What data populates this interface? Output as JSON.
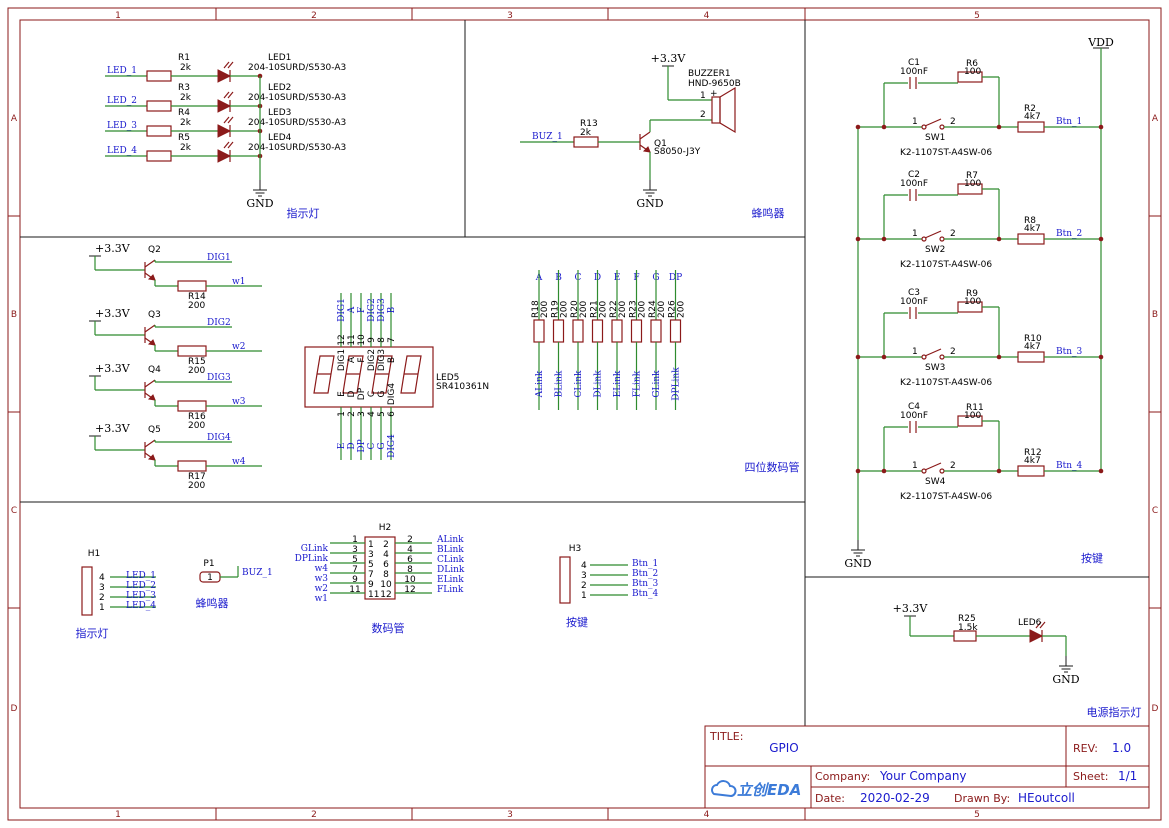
{
  "border": {
    "cols": [
      "1",
      "2",
      "3",
      "4",
      "5"
    ],
    "rows": [
      "A",
      "B",
      "C",
      "D"
    ]
  },
  "power": {
    "vdd": "VDD",
    "v33": "+3.3V",
    "gnd": "GND"
  },
  "led_section": {
    "title": "指示灯",
    "rows": [
      {
        "net": "LED_1",
        "res": "R1",
        "res_val": "2k",
        "led": "LED1",
        "led_val": "204-10SURD/S530-A3"
      },
      {
        "net": "LED_2",
        "res": "R3",
        "res_val": "2k",
        "led": "LED2",
        "led_val": "204-10SURD/S530-A3"
      },
      {
        "net": "LED_3",
        "res": "R4",
        "res_val": "2k",
        "led": "LED3",
        "led_val": "204-10SURD/S530-A3"
      },
      {
        "net": "LED_4",
        "res": "R5",
        "res_val": "2k",
        "led": "LED4",
        "led_val": "204-10SURD/S530-A3"
      }
    ]
  },
  "buzzer_section": {
    "title": "蜂鸣器",
    "net": "BUZ_1",
    "res": "R13",
    "res_val": "2k",
    "q": "Q1",
    "q_val": "S8050-J3Y",
    "buzzer": "BUZZER1",
    "buzzer_val": "HND-9650B",
    "pin1": "1",
    "pin2": "2",
    "plus": "+"
  },
  "digit_drivers": [
    {
      "q": "Q2",
      "res": "R14",
      "res_val": "200",
      "dig": "DIG1",
      "w": "w1"
    },
    {
      "q": "Q3",
      "res": "R15",
      "res_val": "200",
      "dig": "DIG2",
      "w": "w2"
    },
    {
      "q": "Q4",
      "res": "R16",
      "res_val": "200",
      "dig": "DIG3",
      "w": "w3"
    },
    {
      "q": "Q5",
      "res": "R17",
      "res_val": "200",
      "dig": "DIG4",
      "w": "w4"
    }
  ],
  "seg_display": {
    "ref": "LED5",
    "val": "SR410361N",
    "top_nets": [
      "DIG1",
      "A",
      "F",
      "DIG2",
      "DIG3",
      "B"
    ],
    "top_pins": [
      "12",
      "11",
      "10",
      "9",
      "8",
      "7"
    ],
    "top_inner": [
      "DIG1",
      "A",
      "F",
      "DIG2",
      "DIG3",
      "B"
    ],
    "bot_nets": [
      "E",
      "D",
      "DP",
      "C",
      "G",
      "DIG4"
    ],
    "bot_pins": [
      "1",
      "2",
      "3",
      "4",
      "5",
      "6"
    ],
    "bot_inner": [
      "E",
      "D",
      "DP",
      "C",
      "G",
      "DIG4"
    ]
  },
  "seg_resistors": [
    {
      "seg": "A",
      "res": "R18",
      "val": "200",
      "link": "ALink"
    },
    {
      "seg": "B",
      "res": "R19",
      "val": "200",
      "link": "BLink"
    },
    {
      "seg": "C",
      "res": "R20",
      "val": "200",
      "link": "CLink"
    },
    {
      "seg": "D",
      "res": "R21",
      "val": "200",
      "link": "DLink"
    },
    {
      "seg": "E",
      "res": "R22",
      "val": "200",
      "link": "ELink"
    },
    {
      "seg": "F",
      "res": "R23",
      "val": "200",
      "link": "FLink"
    },
    {
      "seg": "G",
      "res": "R24",
      "val": "200",
      "link": "GLink"
    },
    {
      "seg": "DP",
      "res": "R26",
      "val": "200",
      "link": "DPLink"
    }
  ],
  "seg_section_title": "四位数码管",
  "buttons": [
    {
      "cap": "C1",
      "cap_val": "100nF",
      "r_series": "R6",
      "r_series_val": "100",
      "sw": "SW1",
      "r_pull": "R2",
      "r_pull_val": "4k7",
      "net": "Btn_1"
    },
    {
      "cap": "C2",
      "cap_val": "100nF",
      "r_series": "R7",
      "r_series_val": "100",
      "sw": "SW2",
      "r_pull": "R8",
      "r_pull_val": "4k7",
      "net": "Btn_2"
    },
    {
      "cap": "C3",
      "cap_val": "100nF",
      "r_series": "R9",
      "r_series_val": "100",
      "sw": "SW3",
      "r_pull": "R10",
      "r_pull_val": "4k7",
      "net": "Btn_3"
    },
    {
      "cap": "C4",
      "cap_val": "100nF",
      "r_series": "R11",
      "r_series_val": "100",
      "sw": "SW4",
      "r_pull": "R12",
      "r_pull_val": "4k7",
      "net": "Btn_4"
    }
  ],
  "sw_part": "K2-1107ST-A4SW-06",
  "sw_pins": [
    "1",
    "2"
  ],
  "button_section_title": "按键",
  "power_led": {
    "res": "R25",
    "res_val": "1.5k",
    "led": "LED6",
    "title": "电源指示灯"
  },
  "h1": {
    "ref": "H1",
    "pins": [
      "4",
      "3",
      "2",
      "1"
    ],
    "nets": [
      "LED_1",
      "LED_2",
      "LED_3",
      "LED_4"
    ],
    "title": "指示灯"
  },
  "p1": {
    "ref": "P1",
    "pin": "1",
    "net": "BUZ_1",
    "title": "蜂鸣器"
  },
  "h2": {
    "ref": "H2",
    "left_pins": [
      "1",
      "3",
      "5",
      "7",
      "9",
      "11"
    ],
    "left_nets": [
      "",
      "GLink",
      "DPLink",
      "w4",
      "w3",
      "w2",
      "w1"
    ],
    "left_outer": [
      "1",
      "3",
      "5",
      "7",
      "9",
      "11"
    ],
    "right_pins": [
      "2",
      "4",
      "6",
      "8",
      "10",
      "12"
    ],
    "right_nets": [
      "ALink",
      "BLink",
      "CLink",
      "DLink",
      "ELink",
      "FLink"
    ],
    "title": "数码管"
  },
  "h3": {
    "ref": "H3",
    "pins": [
      "4",
      "3",
      "2",
      "1"
    ],
    "nets": [
      "Btn_1",
      "Btn_2",
      "Btn_3",
      "Btn_4"
    ],
    "title": "按键"
  },
  "title_block": {
    "title_label": "TITLE:",
    "title": "GPIO",
    "rev_label": "REV:",
    "rev": "1.0",
    "company_label": "Company:",
    "company": "Your Company",
    "sheet_label": "Sheet:",
    "sheet": "1/1",
    "date_label": "Date:",
    "date": "2020-02-29",
    "drawn_label": "Drawn By:",
    "drawn": "HEoutcoll",
    "logo": "立创EDA"
  }
}
